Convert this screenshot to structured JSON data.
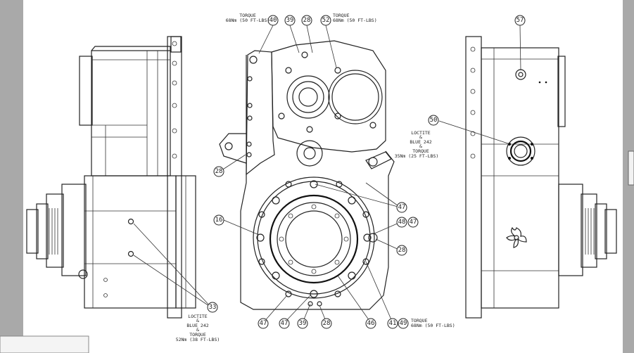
{
  "callouts": {
    "b57": "57",
    "b40": "40",
    "b39_top": "39",
    "b28_top": "28",
    "b52": "52",
    "b50": "50",
    "b28_left": "28",
    "b16": "16",
    "b47_right": "47",
    "b48": "48",
    "b47_b": "47",
    "b28_right": "28",
    "b33": "33",
    "b47_bot1": "47",
    "b47_bot2": "47",
    "b39_bot": "39",
    "b28_bot": "28",
    "b46": "46",
    "b41": "41",
    "b49": "49"
  },
  "notes": {
    "torque_top_left": [
      "TORQUE",
      "68Nm (50 FT-LBS)"
    ],
    "torque_top_right": [
      "TORQUE",
      "68Nm (50 FT-LBS)"
    ],
    "loctite_right": [
      "LOCTITE",
      "&",
      "BLUE 242",
      "&",
      "TORQUE",
      "35Nm (25 FT-LBS)"
    ],
    "loctite_bottom": [
      "LOCTITE",
      "&",
      "BLUE 242",
      "&",
      "TORQUE",
      "52Nm (38 FT-LBS)"
    ],
    "torque_bottom_right": [
      "TORQUE",
      "68Nm (50 FT-LBS)"
    ]
  },
  "colors": {
    "background_gray": "#a9a9a9",
    "sheet": "#ffffff",
    "line": "#222222"
  }
}
